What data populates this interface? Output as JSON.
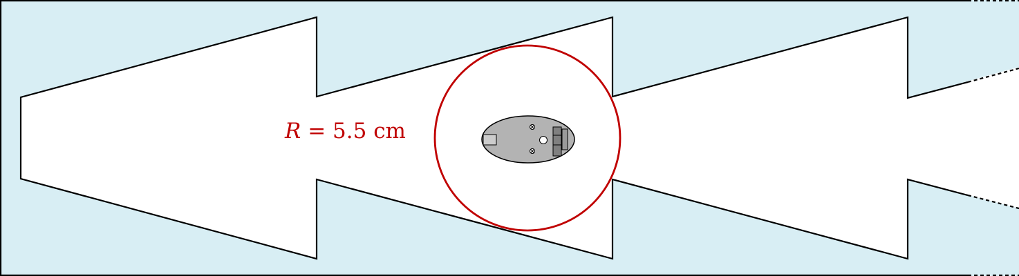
{
  "colors": {
    "background": "#d8eef4",
    "track": "#ffffff",
    "outline": "#000000",
    "radius_circle": "#c00000",
    "robot_body": "#b3b3b3",
    "robot_dark": "#808080",
    "robot_darker": "#6a6a6a",
    "sensor": "#cccccc"
  },
  "annotation": {
    "variable": "R",
    "equals": " = ",
    "value": "5.5",
    "unit": " cm"
  },
  "icons": {
    "robot": "robot-top-view-icon",
    "wheel": "wheel-axle-icon",
    "sensor": "sensor-icon"
  }
}
